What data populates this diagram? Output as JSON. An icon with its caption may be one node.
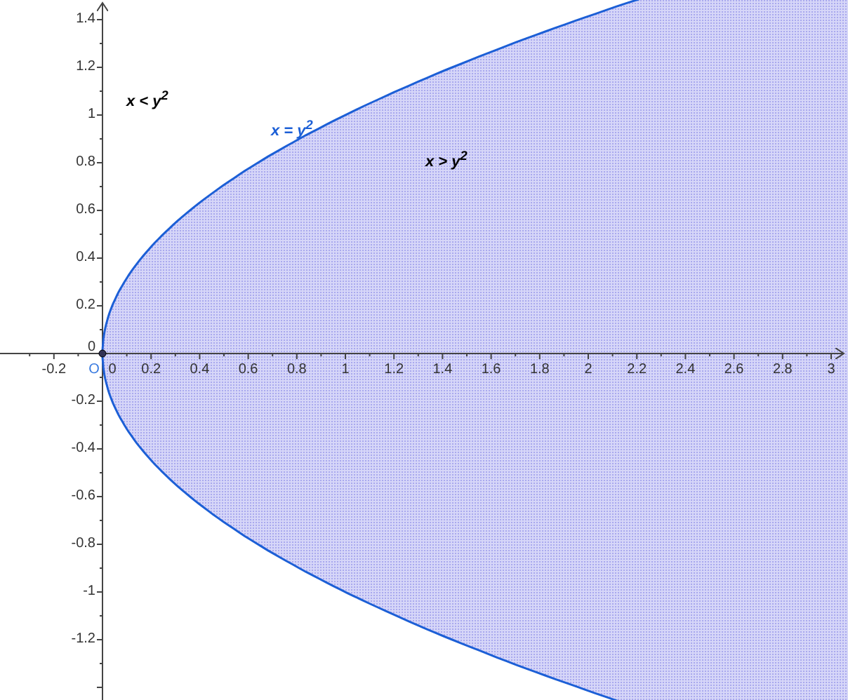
{
  "diagram": {
    "labels": [
      "1.4",
      "1.2",
      "1",
      "0.8",
      "0.6",
      "0.4",
      "0.2",
      "0",
      "x < y$^{2}$",
      "x = y$^{2}$",
      "x > y$^{2}$",
      "-0.2",
      "O",
      "0",
      "0.2",
      "0.4",
      "0.6",
      "0.8",
      "1",
      "1.2",
      "1.4",
      "1.6",
      "1.8",
      "2",
      "2.2",
      "2.4",
      "2.6",
      "2.8",
      "3",
      "-0.2",
      "-0.4",
      "-0.6",
      "-0.8",
      "-1",
      "-1.2"
    ]
  }
}
